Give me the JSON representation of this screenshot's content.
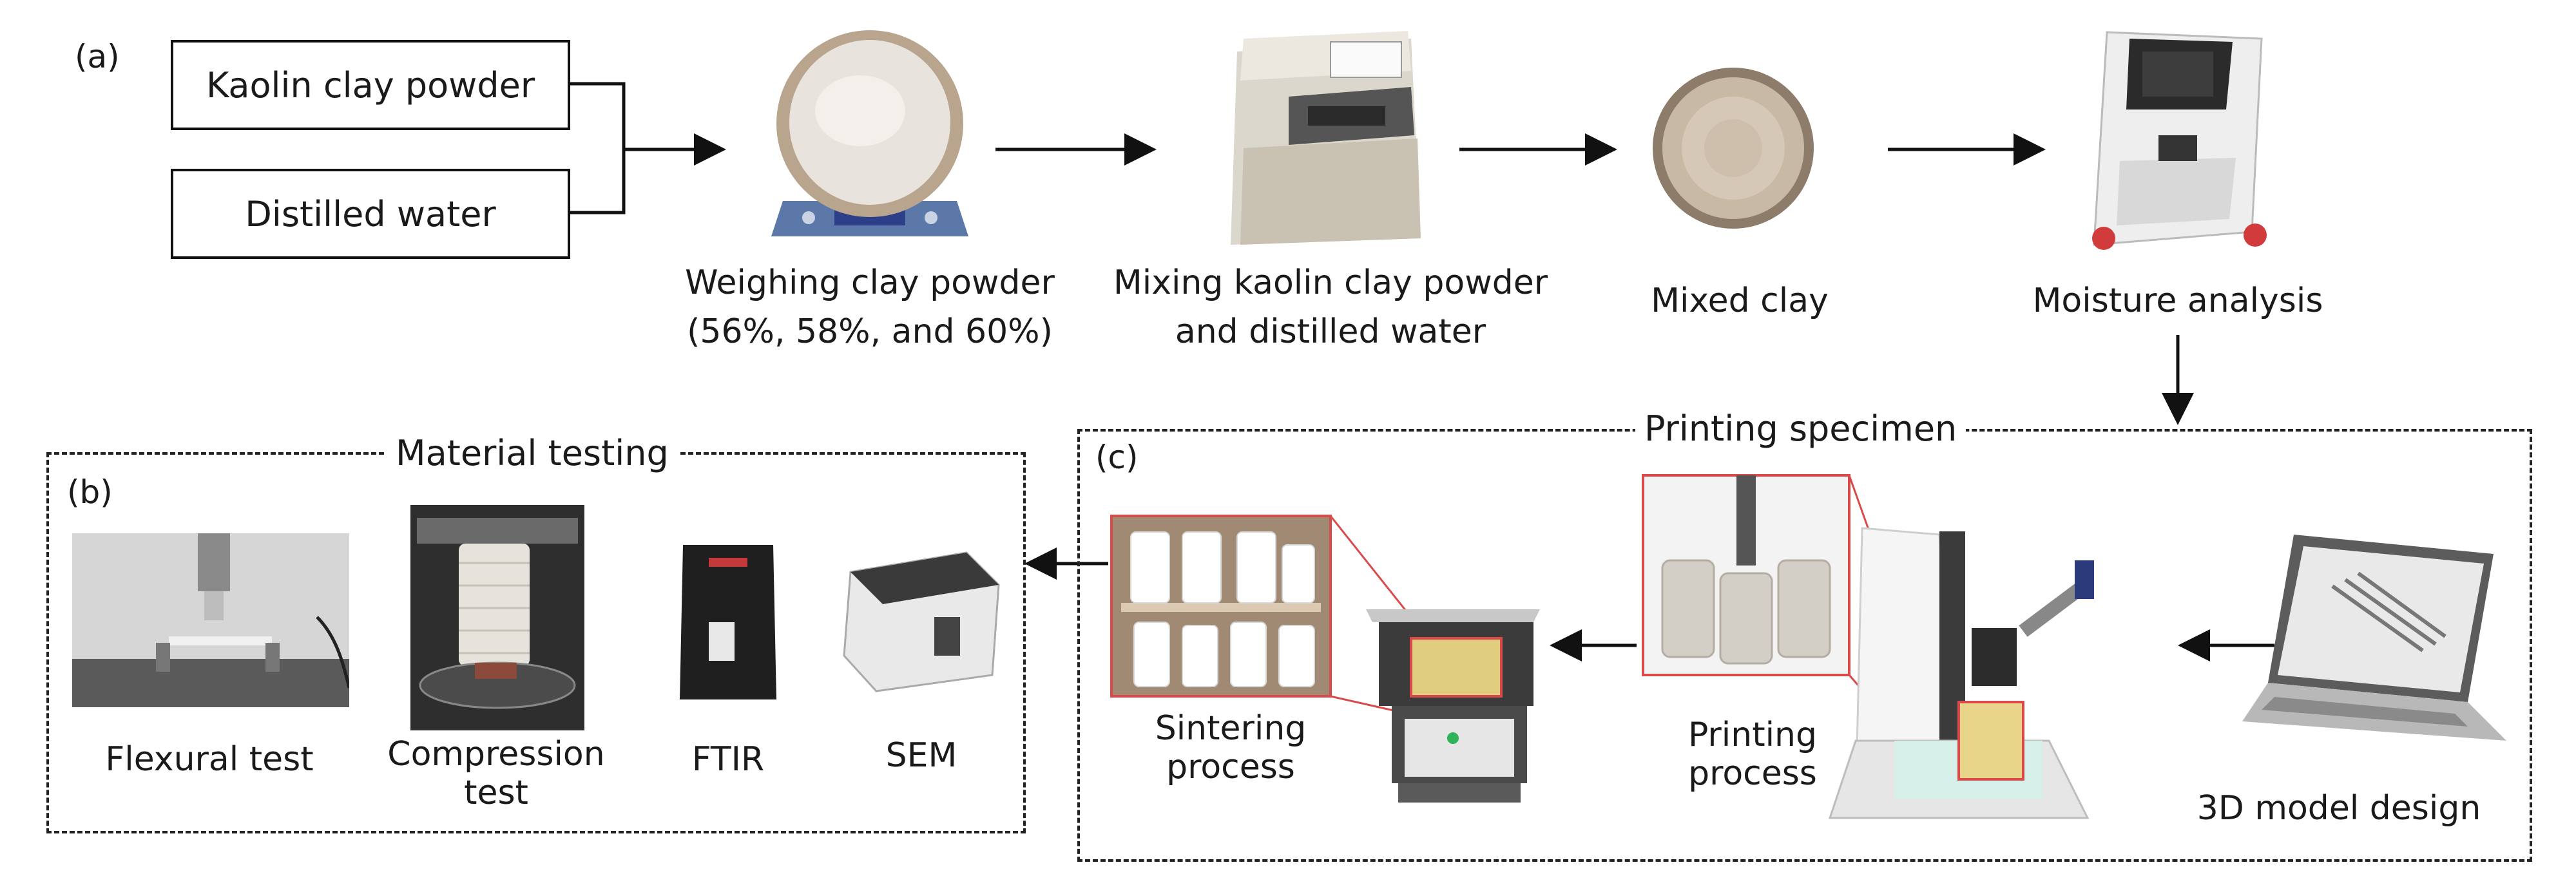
{
  "panels": {
    "a": "(a)",
    "b": "(b)",
    "c": "(c)"
  },
  "inputs": {
    "kaolin": "Kaolin clay powder",
    "water": "Distilled water"
  },
  "steps": {
    "weighing_line1": "Weighing clay powder",
    "weighing_line2": "(56%, 58%, and 60%)",
    "mixing_line1": "Mixing kaolin clay powder",
    "mixing_line2": "and distilled water",
    "mixed": "Mixed clay",
    "moisture": "Moisture analysis"
  },
  "printing": {
    "title": "Printing specimen",
    "model": "3D model design",
    "print_line1": "Printing",
    "print_line2": "process",
    "sinter_line1": "Sintering",
    "sinter_line2": "process"
  },
  "testing": {
    "title": "Material testing",
    "flexural": "Flexural test",
    "compression_line1": "Compression",
    "compression_line2": "test",
    "ftir": "FTIR",
    "sem": "SEM"
  }
}
